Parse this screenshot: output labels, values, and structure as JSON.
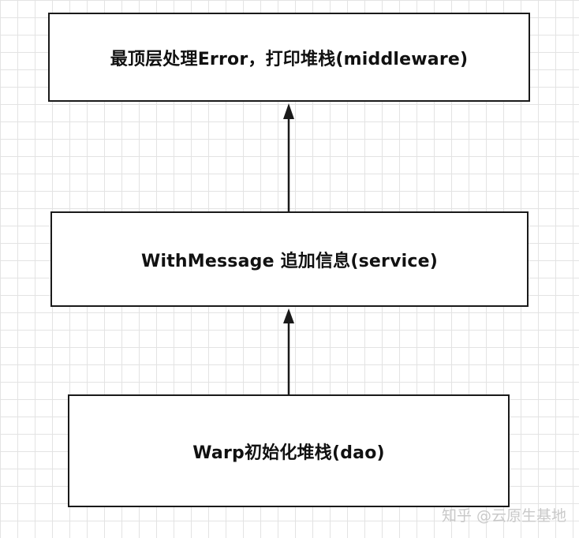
{
  "diagram": {
    "nodes": [
      {
        "id": "top",
        "label": "最顶层处理Error，打印堆栈(middleware)"
      },
      {
        "id": "mid",
        "label": "WithMessage 追加信息(service)"
      },
      {
        "id": "bot",
        "label": "Warp初始化堆栈(dao)"
      }
    ],
    "edges": [
      {
        "from": "bot",
        "to": "mid"
      },
      {
        "from": "mid",
        "to": "top"
      }
    ]
  },
  "watermark": "知乎 @云原生基地",
  "colors": {
    "stroke": "#1a1a1a",
    "grid": "#e3e3e3",
    "background": "#ffffff",
    "watermark": "#c9c9c9"
  }
}
